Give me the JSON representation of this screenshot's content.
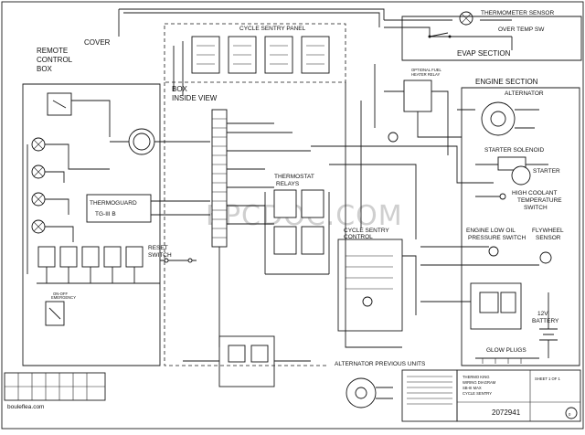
{
  "diagram": {
    "drawing_number": "2072941",
    "watermark": "EPCDOC.COM",
    "website": "bouleflea.com",
    "labels": {
      "cover": "COVER",
      "remote_box": [
        "REMOTE",
        "CONTROL",
        "BOX"
      ],
      "box_inside_view": [
        "BOX",
        "INSIDE VIEW"
      ],
      "cycle_sentry_panel": "CYCLE SENTRY PANEL",
      "evap_section": "EVAP SECTION",
      "thermometer_sensor": "THERMOMETER SENSOR",
      "over_temp_sw": "OVER TEMP SW",
      "engine_section": "ENGINE SECTION",
      "alternator": "ALTERNATOR",
      "starter_solenoid": "STARTER SOLENOID",
      "starter": "STARTER",
      "high_coolant_temp_switch": [
        "HIGH COOLANT",
        "TEMPERATURE",
        "SWITCH"
      ],
      "engine_low_oil_pressure_switch": [
        "ENGINE LOW OIL",
        "PRESSURE SWITCH"
      ],
      "flywheel_sensor": [
        "FLYWHEEL",
        "SENSOR"
      ],
      "glow_plugs": "GLOW PLUGS",
      "battery": [
        "12V",
        "BATTERY"
      ],
      "thermoguard": "THERMOGUARD",
      "thermoguard_model": "TG-III B",
      "reset_switch": [
        "RESET",
        "SWITCH"
      ],
      "thermostat_relays": [
        "THERMOSTAT",
        "RELAYS"
      ],
      "optional_fuel_heater_relay": [
        "OPTIONAL FUEL",
        "HEATER RELAY"
      ],
      "cycle_sentry_control": [
        "CYCLE SENTRY",
        "CONTROL"
      ],
      "alternator_previous_units": "ALTERNATOR PREVIOUS UNITS",
      "emergency_on_off": [
        "EMERGENCY",
        "ON-OFF"
      ]
    },
    "title_block": {
      "lines": [
        "THERMO KING",
        "WIRING DIAGRAM",
        "SB-III MAX",
        "CYCLE SENTRY"
      ],
      "sheet": "SHEET 1 OF 1",
      "revision": "0"
    }
  }
}
